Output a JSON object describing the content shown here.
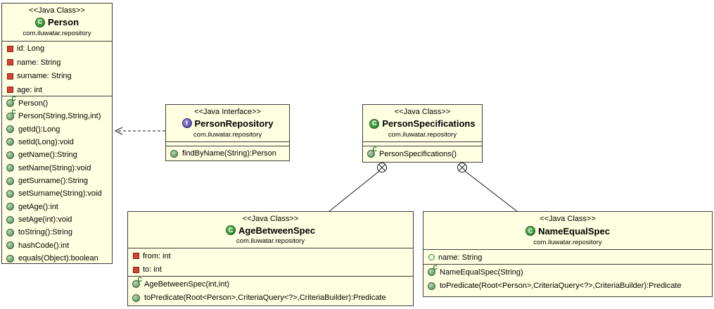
{
  "classes": {
    "person": {
      "stereotype": "<<Java Class>>",
      "name": "Person",
      "package": "com.iluwatar.repository",
      "fields": [
        {
          "text": "id: Long",
          "visibility": "private"
        },
        {
          "text": "name: String",
          "visibility": "private"
        },
        {
          "text": "surname: String",
          "visibility": "private"
        },
        {
          "text": "age: int",
          "visibility": "private"
        }
      ],
      "methods": [
        {
          "text": "Person()",
          "kind": "constructor"
        },
        {
          "text": "Person(String,String,int)",
          "kind": "constructor"
        },
        {
          "text": "getId():Long",
          "kind": "public"
        },
        {
          "text": "setId(Long):void",
          "kind": "public"
        },
        {
          "text": "getName():String",
          "kind": "public"
        },
        {
          "text": "setName(String):void",
          "kind": "public"
        },
        {
          "text": "getSurname():String",
          "kind": "public"
        },
        {
          "text": "setSurname(String):void",
          "kind": "public"
        },
        {
          "text": "getAge():int",
          "kind": "public"
        },
        {
          "text": "setAge(int):void",
          "kind": "public"
        },
        {
          "text": "toString():String",
          "kind": "public"
        },
        {
          "text": "hashCode():int",
          "kind": "public"
        },
        {
          "text": "equals(Object):boolean",
          "kind": "public"
        }
      ]
    },
    "person_repository": {
      "stereotype": "<<Java Interface>>",
      "name": "PersonRepository",
      "package": "com.iluwatar.repository",
      "fields": [],
      "methods": [
        {
          "text": "findByName(String):Person",
          "kind": "public"
        }
      ]
    },
    "person_specifications": {
      "stereotype": "<<Java Class>>",
      "name": "PersonSpecifications",
      "package": "com.iluwatar.repository",
      "fields": [],
      "methods": [
        {
          "text": "PersonSpecifications()",
          "kind": "constructor"
        }
      ]
    },
    "age_between_spec": {
      "stereotype": "<<Java Class>>",
      "name": "AgeBetweenSpec",
      "package": "com.iluwatar.repository",
      "fields": [
        {
          "text": "from: int",
          "visibility": "private"
        },
        {
          "text": "to: int",
          "visibility": "private"
        }
      ],
      "methods": [
        {
          "text": "AgeBetweenSpec(int,int)",
          "kind": "constructor"
        },
        {
          "text": "toPredicate(Root<Person>,CriteriaQuery<?>,CriteriaBuilder):Predicate",
          "kind": "public"
        }
      ]
    },
    "name_equal_spec": {
      "stereotype": "<<Java Class>>",
      "name": "NameEqualSpec",
      "package": "com.iluwatar.repository",
      "fields": [
        {
          "text": "name: String",
          "visibility": "public"
        }
      ],
      "methods": [
        {
          "text": "NameEqualSpec(String)",
          "kind": "constructor"
        },
        {
          "text": "toPredicate(Root<Person>,CriteriaQuery<?>,CriteriaBuilder):Predicate",
          "kind": "public"
        }
      ]
    }
  },
  "relations": [
    {
      "type": "dependency",
      "from": "PersonRepository",
      "to": "Person",
      "style": "dashed-open-arrow"
    },
    {
      "type": "inner-class-anchor",
      "from": "PersonSpecifications",
      "to": "AgeBetweenSpec"
    },
    {
      "type": "inner-class-anchor",
      "from": "PersonSpecifications",
      "to": "NameEqualSpec"
    }
  ],
  "icons": {
    "class_letter": "C",
    "interface_letter": "I",
    "constructor_mark": "C",
    "private_field_icon": "red-square",
    "public_field_icon": "green-circle-outline",
    "public_method_icon": "green-sphere",
    "inner_class_anchor_icon": "circled-x"
  },
  "colors": {
    "box_fill": "#ffffe1",
    "box_border": "#3e3e3e",
    "class_icon_green": "#2e8b2e",
    "interface_icon_purple": "#5a4aa8",
    "private_field_red": "#d24437",
    "method_green": "#679a67",
    "line_black": "#1a1a1a"
  }
}
